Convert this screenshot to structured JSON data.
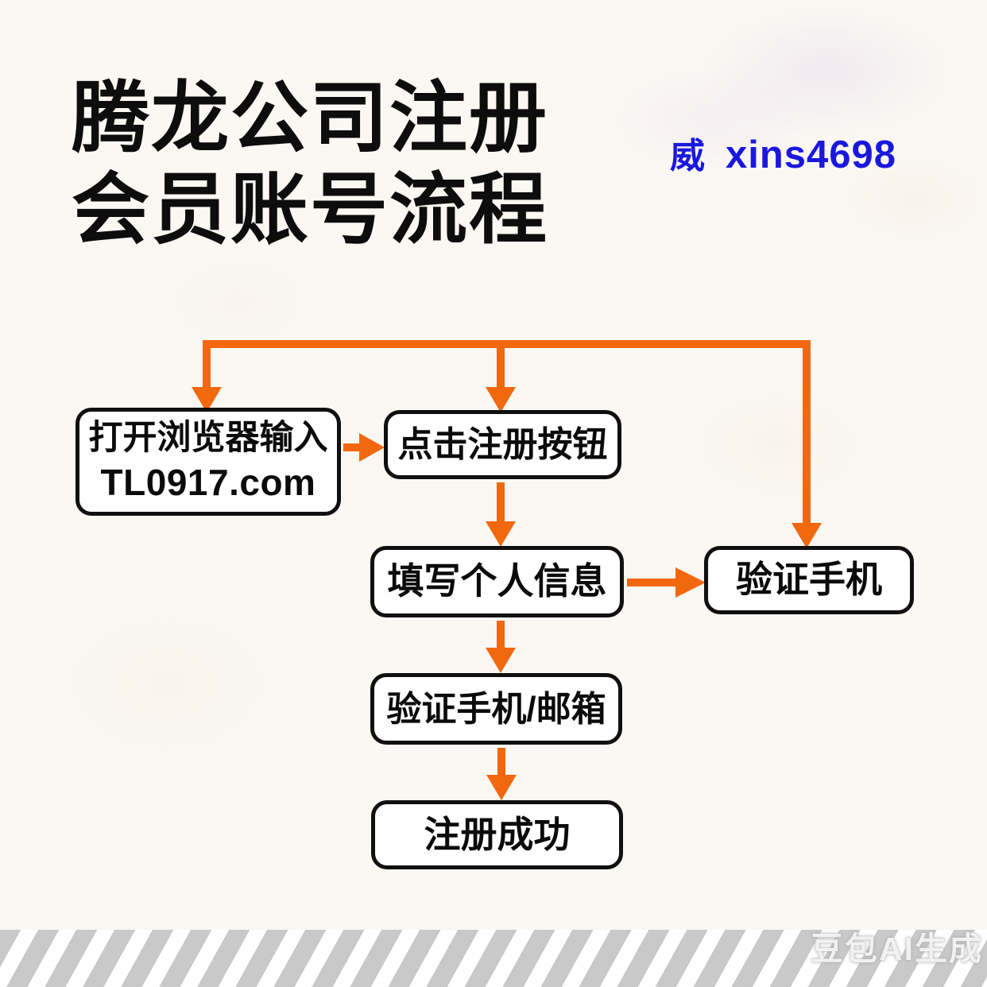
{
  "title": {
    "line1": "腾龙公司注册",
    "line2": "会员账号流程"
  },
  "contact": {
    "prefix": "威",
    "handle": "xins4698",
    "color": "#1a18dd"
  },
  "flow": {
    "arrow_color": "#f1680e",
    "nodes": [
      {
        "id": "open-browser",
        "line1": "打开浏览器输入",
        "line2": "TL0917.com"
      },
      {
        "id": "click-register",
        "label": "点击注册按钮"
      },
      {
        "id": "fill-personal-info",
        "label": "填写个人信息"
      },
      {
        "id": "verify-phone",
        "label": "验证手机"
      },
      {
        "id": "verify-phone-email",
        "label": "验证手机/邮箱"
      },
      {
        "id": "register-success",
        "label": "注册成功"
      }
    ]
  },
  "footer": {
    "watermark": "豆包AI生成",
    "stripe_color": "#c9c9c9"
  }
}
